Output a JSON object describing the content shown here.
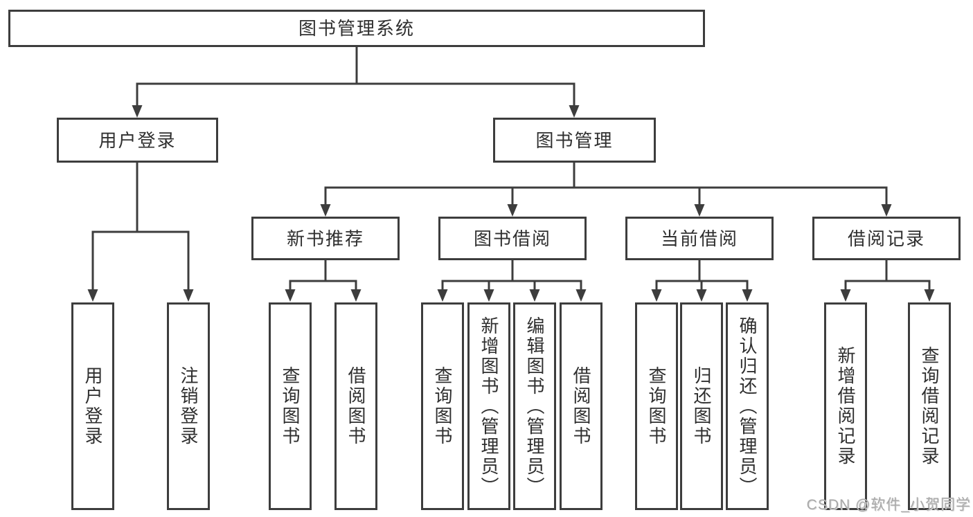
{
  "diagram_type": "feature-structure-tree",
  "colors": {
    "line": "#3d3d3d",
    "box_border": "#3d3d3d",
    "box_fill": "#ffffff",
    "text": "#2f2f2f",
    "watermark": "#a9a9a9",
    "background": "#ffffff"
  },
  "watermark": {
    "text": "CSDN @软件_小贺同学"
  },
  "tree": {
    "root": {
      "label": "图书管理系统",
      "children": [
        {
          "label": "用户登录",
          "children": [
            {
              "label": "用户登录"
            },
            {
              "label": "注销登录"
            }
          ]
        },
        {
          "label": "图书管理",
          "children": [
            {
              "label": "新书推荐",
              "children": [
                {
                  "label": "查询图书"
                },
                {
                  "label": "借阅图书"
                }
              ]
            },
            {
              "label": "图书借阅",
              "children": [
                {
                  "label": "查询图书"
                },
                {
                  "label": "新增图书（管理员）"
                },
                {
                  "label": "编辑图书（管理员）"
                },
                {
                  "label": "借阅图书"
                }
              ]
            },
            {
              "label": "当前借阅",
              "children": [
                {
                  "label": "查询图书"
                },
                {
                  "label": "归还图书"
                },
                {
                  "label": "确认归还（管理员）"
                }
              ]
            },
            {
              "label": "借阅记录",
              "children": [
                {
                  "label": "新增借阅记录"
                },
                {
                  "label": "查询借阅记录"
                }
              ]
            }
          ]
        }
      ]
    }
  }
}
